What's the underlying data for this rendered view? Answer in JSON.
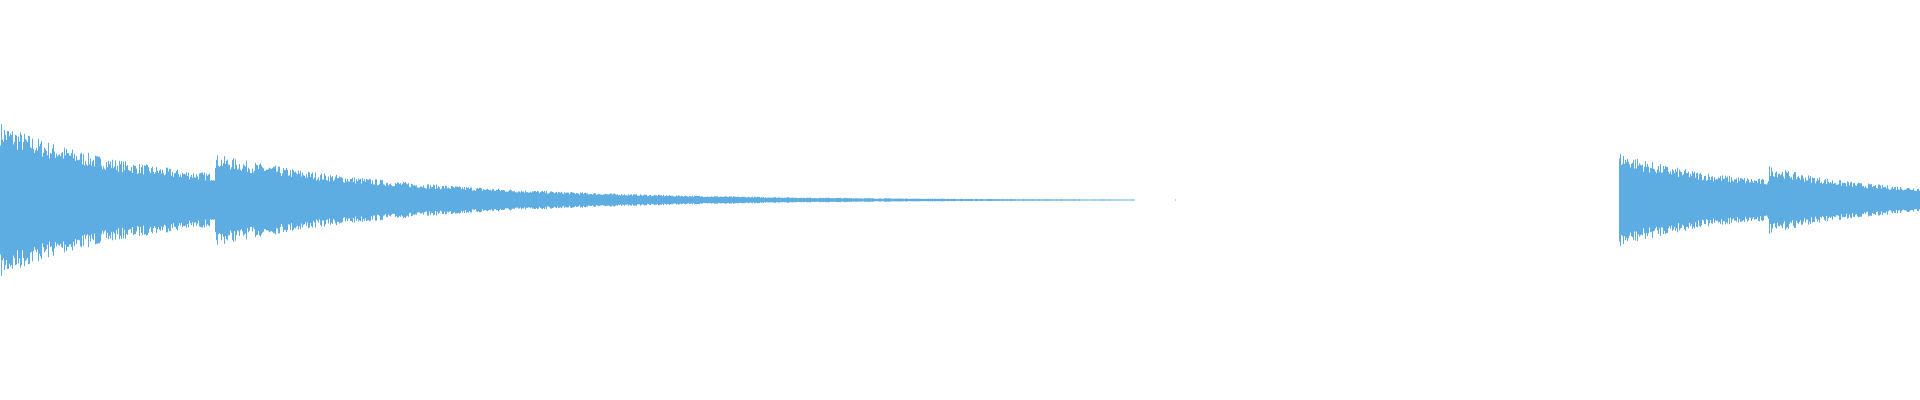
{
  "chart_data": {
    "type": "area",
    "subtype": "audio-waveform",
    "title": "",
    "xlabel": "",
    "ylabel": "",
    "ylim": [
      -1,
      1
    ],
    "grid": false,
    "axes_visible": false,
    "series": [
      {
        "color": "#5dade2",
        "bursts": [
          {
            "peak_amplitude": 0.34,
            "end_amplitude": 0.06
          },
          {
            "peak_amplitude": 0.2,
            "end_amplitude": 0.0
          },
          {
            "peak_amplitude": 0.21,
            "end_amplitude": 0.06
          },
          {
            "peak_amplitude": 0.15,
            "end_amplitude": 0.03
          }
        ]
      }
    ]
  },
  "colors": {
    "waveform": "#5dade2",
    "background": "#ffffff"
  }
}
